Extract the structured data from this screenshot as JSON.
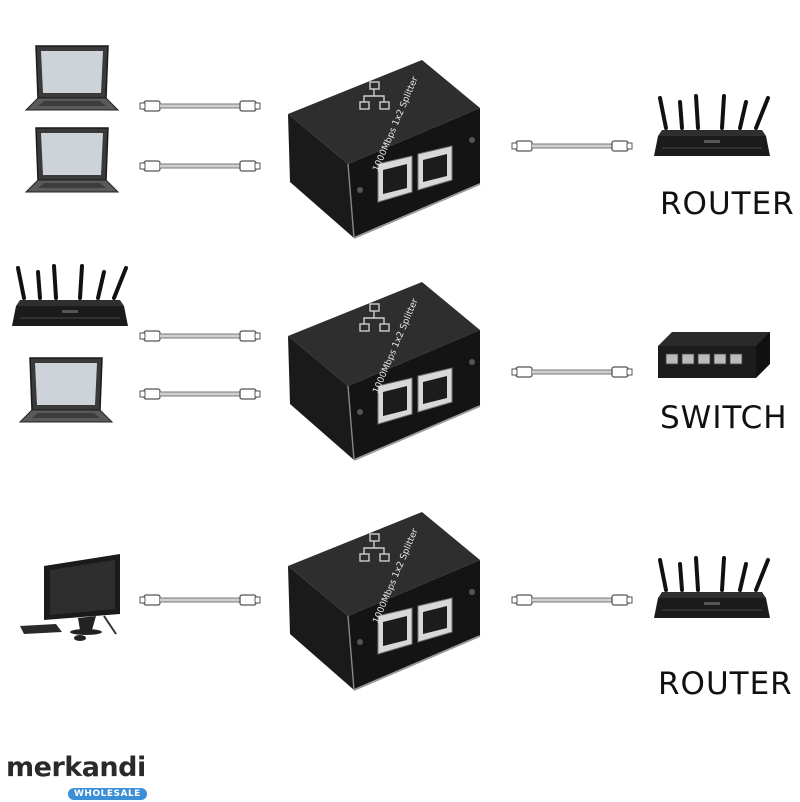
{
  "rows": [
    {
      "left": [
        {
          "type": "laptop"
        },
        {
          "type": "laptop"
        }
      ],
      "splitter": {
        "label": "1000Mbps 1x2 Splitter"
      },
      "right": {
        "type": "router",
        "label": "ROUTER"
      }
    },
    {
      "left": [
        {
          "type": "router"
        },
        {
          "type": "laptop"
        }
      ],
      "splitter": {
        "label": "1000Mbps 1x2 Splitter"
      },
      "right": {
        "type": "switch",
        "label": "SWITCH"
      }
    },
    {
      "left": [
        {
          "type": "desktop"
        }
      ],
      "splitter": {
        "label": "1000Mbps 1x2 Splitter"
      },
      "right": {
        "type": "router",
        "label": "ROUTER"
      }
    }
  ],
  "logo": {
    "name": "merkandi",
    "tagline": "WHOLESALE",
    "accent": "#3a8fd6"
  },
  "colors": {
    "splitter_body": "#1e1e1e",
    "cable": "#d9d9d9",
    "device": "#222222"
  }
}
